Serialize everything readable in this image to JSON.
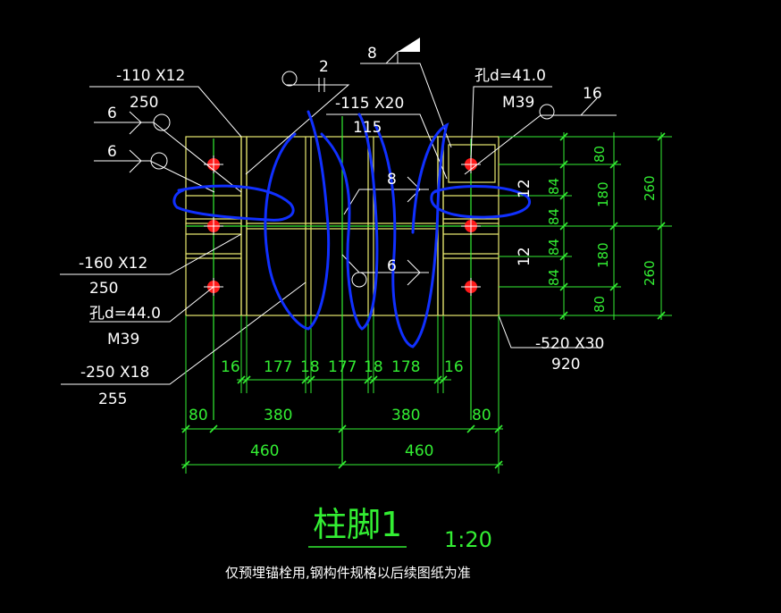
{
  "colors": {
    "background": "#000000",
    "plate": "#e8e870",
    "dimension": "#33ee33",
    "annotation": "#ffffff",
    "bolt": "#ff1a1a",
    "scribble": "#1030ff"
  },
  "labels": {
    "plate_110": "-110 X12",
    "plate_110_len": "250",
    "weld_size_left_top": "6",
    "weld_size_left_mid": "6",
    "plate_160": "-160 X12",
    "plate_160_len": "250",
    "hole_left": "孔d=44.0",
    "bolt_left": "M39",
    "plate_250": "-250 X18",
    "plate_250_len": "255",
    "weld_top_2": "2",
    "weld_flag_8": "8",
    "plate_115": "-115 X20",
    "plate_115_len": "115",
    "hole_right": "孔d=41.0",
    "bolt_right": "M39",
    "weld_16": "16",
    "weld_center_8": "8",
    "weld_center_6": "6",
    "side_12a": "12",
    "side_12b": "12",
    "base_plate": "-520 X30",
    "base_plate_len": "920"
  },
  "dimensions": {
    "row1": [
      "16",
      "177",
      "18",
      "177",
      "18",
      "178",
      "16"
    ],
    "row2": [
      "80",
      "380",
      "380",
      "80"
    ],
    "row3": [
      "460",
      "460"
    ],
    "right_inner": [
      "80",
      "84",
      "84",
      "84",
      "84",
      "80"
    ],
    "right_mid": [
      "180",
      "180"
    ],
    "right_outer": [
      "260",
      "260"
    ]
  },
  "title": {
    "name": "柱脚1",
    "scale": "1:20",
    "note": "仅预埋锚栓用,钢构件规格以后续图纸为准"
  }
}
